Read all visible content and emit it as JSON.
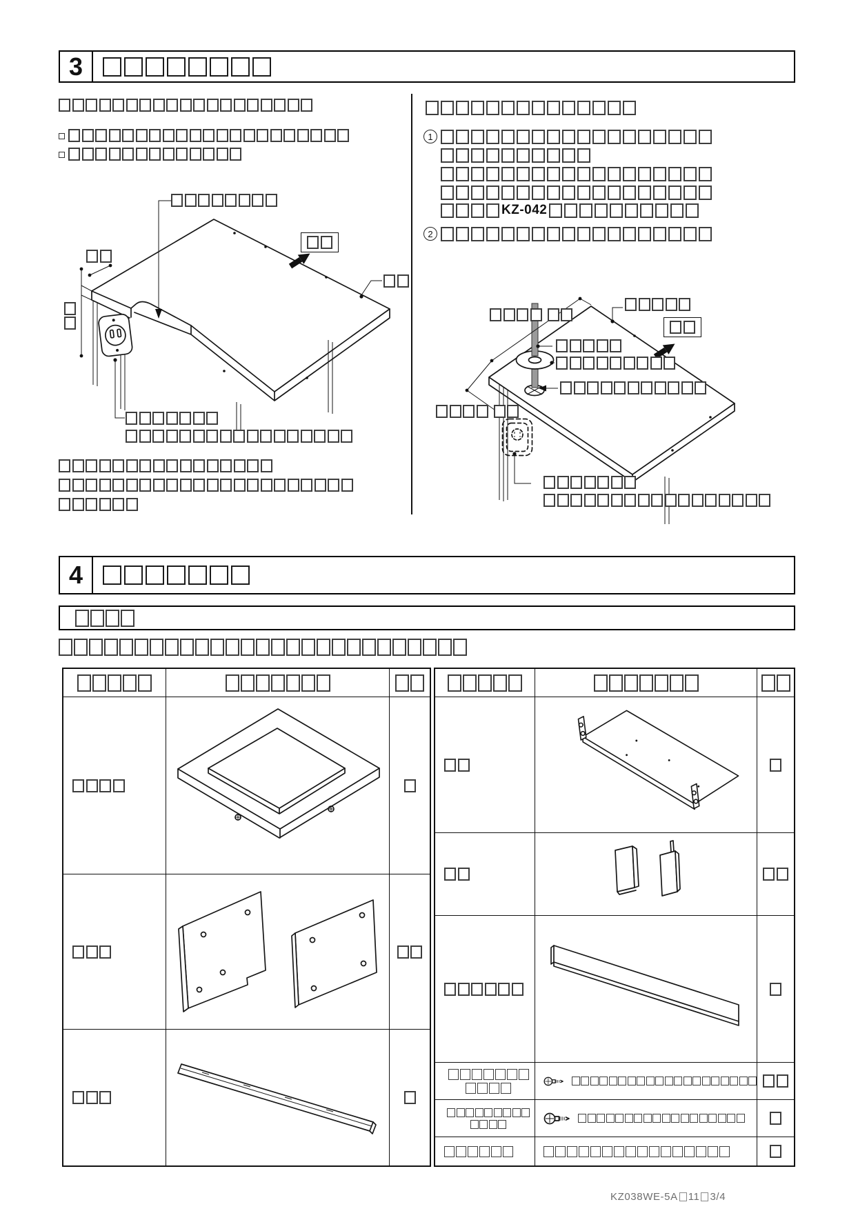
{
  "document": {
    "footer": {
      "part1": "KZ038WE-5A",
      "part2": "11",
      "part3": "3/4"
    }
  },
  "section3": {
    "number": "3",
    "title_boxes": 8,
    "left_column": {
      "intro_boxes": 19,
      "bullet_lines": [
        21,
        13
      ],
      "diagram_labels": {
        "cutout_label_boxes": 8,
        "front_label_boxes": 2,
        "width_dim_boxes": 2,
        "height_dim_boxes": 2,
        "counter_edge_label_boxes": 2,
        "outlet_label_boxes": 7,
        "outlet_note_boxes": 17
      },
      "note_lines": [
        16,
        22,
        6
      ]
    },
    "right_column": {
      "heading_boxes": 14,
      "step1": {
        "marker": "1",
        "line_boxes": [
          18,
          10,
          18,
          18
        ],
        "model_line": {
          "before_boxes": 4,
          "model": "KZ-042",
          "after_boxes": 10
        }
      },
      "step2": {
        "marker": "2",
        "line_boxes": [
          18
        ]
      },
      "diagram_labels": {
        "dim_a_boxes": [
          4,
          2
        ],
        "surface_label_boxes": 5,
        "front_label_boxes": 2,
        "pipe_label_boxes": 5,
        "escutcheon_label_boxes": 9,
        "hole_label_boxes": 11,
        "dim_b_boxes": [
          4,
          2
        ],
        "outlet_label_boxes": 7,
        "outlet_note_boxes": 17
      }
    }
  },
  "section4": {
    "number": "4",
    "title_boxes": 7,
    "subheading_boxes": 4,
    "intro_boxes": 27,
    "parts_table_left": {
      "header": {
        "name_boxes": 5,
        "shape_boxes": 7,
        "qty_boxes": 2
      },
      "rows": [
        {
          "name_boxes": 4,
          "image": "counter-frame",
          "qty_boxes": 1
        },
        {
          "name_boxes": 3,
          "image": "side-panels",
          "qty_boxes": 2
        },
        {
          "name_boxes": 3,
          "image": "rail",
          "qty_boxes": 1
        }
      ]
    },
    "parts_table_right": {
      "header": {
        "name_boxes": 5,
        "shape_boxes": 7,
        "qty_boxes": 2
      },
      "rows": [
        {
          "name_boxes": 2,
          "image": "shelf",
          "qty_boxes": 1
        },
        {
          "name_boxes": 2,
          "image": "brackets",
          "qty_boxes": 2
        },
        {
          "name_boxes": 6,
          "image": "front-panel",
          "qty_boxes": 1
        },
        {
          "name_line1_boxes": 7,
          "name_line2_boxes": 4,
          "icon": "screw",
          "desc_boxes": 20,
          "qty_boxes": 2
        },
        {
          "name_line1_boxes": 9,
          "name_line2_boxes": 4,
          "icon": "screw",
          "desc_boxes": 18,
          "qty_boxes": 1
        },
        {
          "name_boxes": 6,
          "desc_boxes": 16,
          "qty_boxes": 1
        }
      ]
    }
  }
}
